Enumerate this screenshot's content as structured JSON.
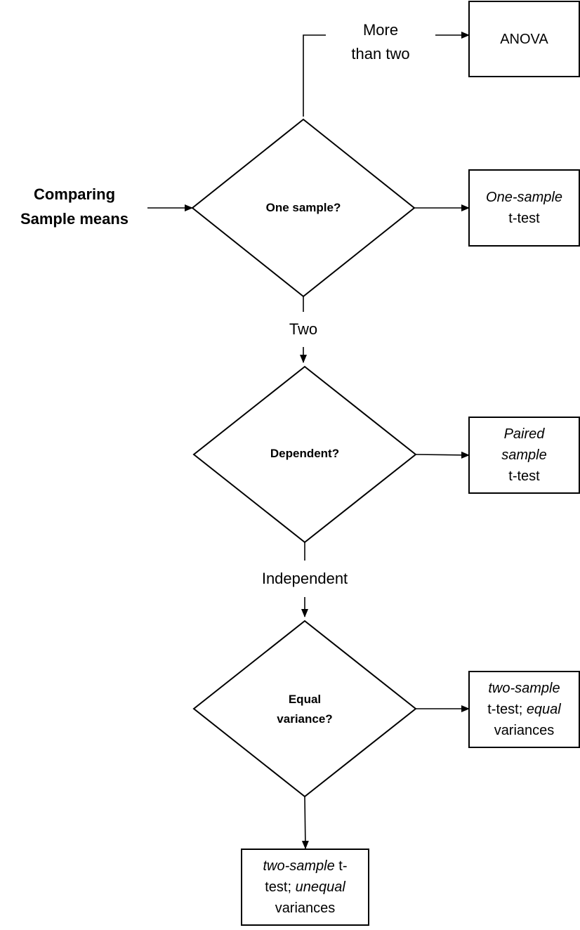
{
  "start": {
    "line1": "Comparing",
    "line2": "Sample means"
  },
  "decisions": {
    "one_sample": "One sample?",
    "dependent": "Dependent?",
    "equal_variance_line1": "Equal",
    "equal_variance_line2": "variance?"
  },
  "edge_labels": {
    "more_than_two_line1": "More",
    "more_than_two_line2": "than two",
    "two": "Two",
    "independent": "Independent"
  },
  "outcomes": {
    "anova": "ANOVA",
    "one_sample_italic": "One-sample",
    "one_sample_rest": "t-test",
    "paired_line1": "Paired",
    "paired_line2": "sample",
    "paired_line3": "t-test",
    "equal_line1": "two-sample",
    "equal_line2a": "t-test; ",
    "equal_line2b": "equal",
    "equal_line3": "variances",
    "unequal_line1a": "two-sample",
    "unequal_line1b": " t-",
    "unequal_line2a": "test; ",
    "unequal_line2b": "unequal",
    "unequal_line3": "variances"
  }
}
